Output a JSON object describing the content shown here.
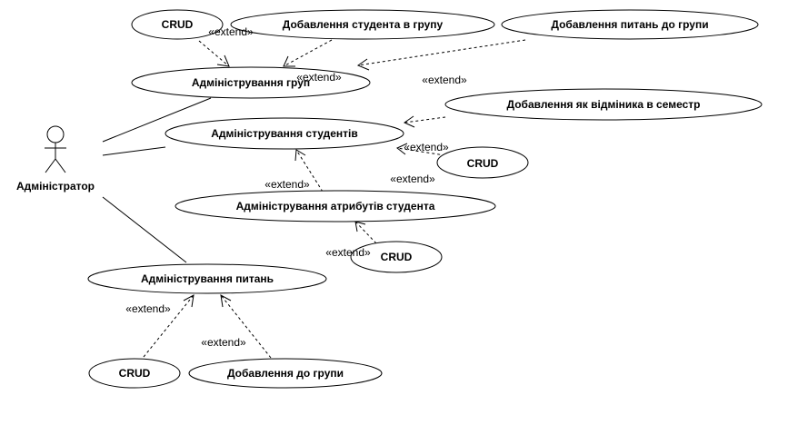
{
  "actor": {
    "label": "Адміністратор"
  },
  "usecases": {
    "crud_groups": "CRUD",
    "add_student_to_group": "Добавлення студента в групу",
    "add_questions_to_group": "Добавлення питань до групи",
    "admin_groups": "Адміністрування груп",
    "add_honors_student": "Добавлення як відміника в семестр",
    "admin_students": "Адміністрування студентів",
    "crud_students": "CRUD",
    "admin_student_attributes": "Адміністрування атрибутів студента",
    "crud_attributes": "CRUD",
    "admin_questions": "Адміністрування питань",
    "crud_questions": "CRUD",
    "add_to_group": "Добавлення до групи"
  },
  "stereotypes": {
    "crud_groups": "«extend»",
    "add_student_to_group": "«extend»",
    "add_questions_to_group": "«extend»",
    "add_honors_student": "«extend»",
    "crud_students": "«extend»",
    "admin_student_attributes": "«extend»",
    "crud_attributes": "«extend»",
    "crud_questions": "«extend»",
    "add_to_group": "«extend»"
  }
}
